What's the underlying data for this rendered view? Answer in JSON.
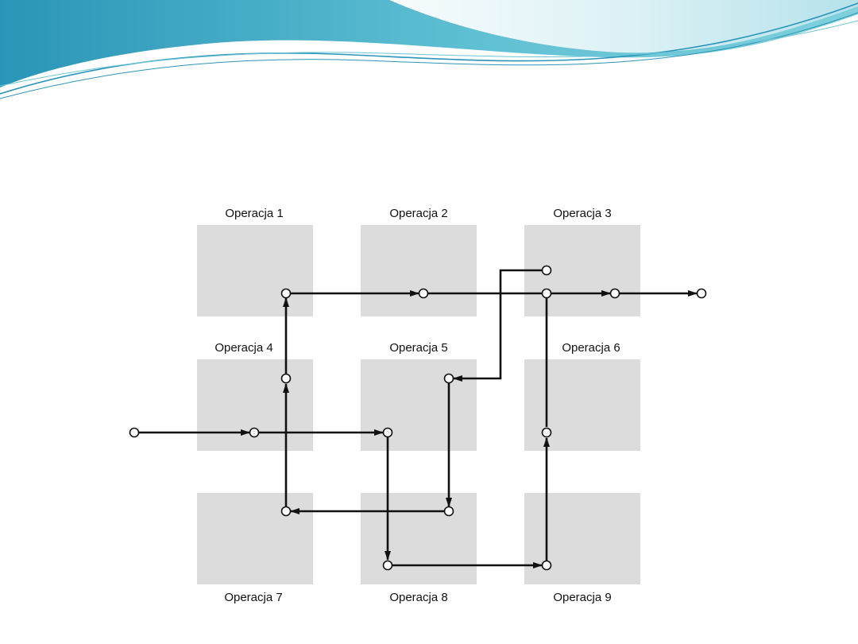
{
  "operations": [
    {
      "label": "Operacja 1"
    },
    {
      "label": "Operacja 2"
    },
    {
      "label": "Operacja 3"
    },
    {
      "label": "Operacja 4"
    },
    {
      "label": "Operacja 5"
    },
    {
      "label": "Operacja 6"
    },
    {
      "label": "Operacja 7"
    },
    {
      "label": "Operacja 8"
    },
    {
      "label": "Operacja 9"
    }
  ],
  "colors": {
    "background": "#ffffff",
    "cell_fill": "#dcdcdc",
    "line": "#111111",
    "node_fill": "#ffffff",
    "wave_dark": "#2a95b8",
    "wave_light": "#b9e3ec"
  }
}
